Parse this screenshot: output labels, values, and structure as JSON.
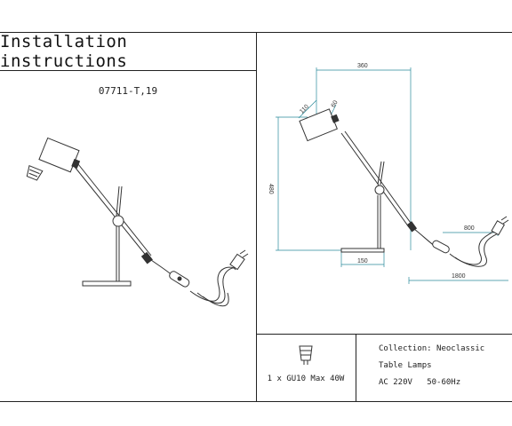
{
  "header": {
    "title": "Installation instructions"
  },
  "product": {
    "model": "07711-T,19"
  },
  "dimensions": {
    "width": "360",
    "head_length": "110",
    "head_depth": "60",
    "height": "480",
    "base": "150",
    "switch_cable": "800",
    "cable_total": "1800"
  },
  "specs": {
    "bulb": "1 x GU10 Max 40W",
    "collection": "Collection: Neoclassic",
    "category": "Table Lamps",
    "voltage": "AC 220V",
    "frequency": "50-60Hz"
  }
}
